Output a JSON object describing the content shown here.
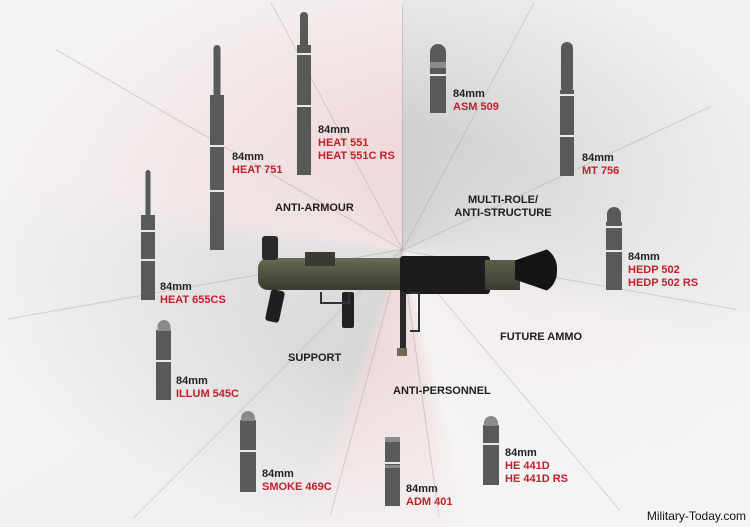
{
  "categories": {
    "anti_armour": "ANTI-ARMOUR",
    "multi_role_1": "MULTI-ROLE/",
    "multi_role_2": "ANTI-STRUCTURE",
    "future": "FUTURE AMMO",
    "support": "SUPPORT",
    "anti_personnel": "ANTI-PERSONNEL"
  },
  "rounds": [
    {
      "caliber": "84mm",
      "names": [
        "HEAT 551",
        "HEAT 551C RS"
      ]
    },
    {
      "caliber": "84mm",
      "names": [
        "HEAT 751"
      ]
    },
    {
      "caliber": "84mm",
      "names": [
        "HEAT 655CS"
      ]
    },
    {
      "caliber": "84mm",
      "names": [
        "ASM 509"
      ]
    },
    {
      "caliber": "84mm",
      "names": [
        "MT 756"
      ]
    },
    {
      "caliber": "84mm",
      "names": [
        "HEDP 502",
        "HEDP 502 RS"
      ]
    },
    {
      "caliber": "84mm",
      "names": [
        "ILLUM 545C"
      ]
    },
    {
      "caliber": "84mm",
      "names": [
        "SMOKE 469C"
      ]
    },
    {
      "caliber": "84mm",
      "names": [
        "ADM 401"
      ]
    },
    {
      "caliber": "84mm",
      "names": [
        "HE 441D",
        "HE 441D RS"
      ]
    }
  ],
  "watermark": "Military-Today.com",
  "colors": {
    "accent": "#c0202a",
    "round": "#58595b",
    "launcher": "#4a4c3c"
  }
}
